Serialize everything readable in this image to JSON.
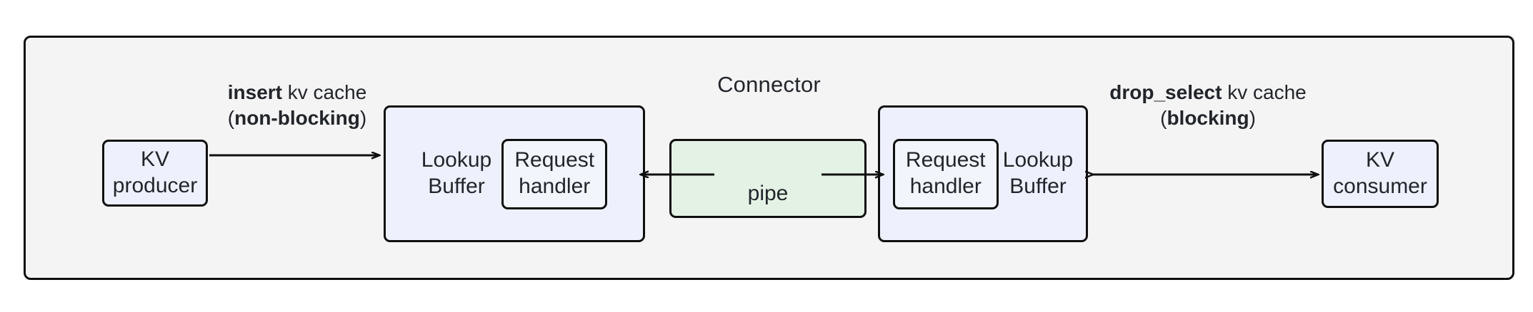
{
  "diagram": {
    "title": "Connector",
    "colors": {
      "frame_fill": "#f4f4f4",
      "node_fill": "#eef1fd",
      "pipe_fill": "#e3f2e5",
      "stroke": "#0f0f0f",
      "text": "#22252a"
    }
  },
  "nodes": {
    "kv_producer": {
      "label": "KV\nproducer"
    },
    "kv_consumer": {
      "label": "KV\nconsumer"
    },
    "lookup_buffer_left": {
      "label": "Lookup\nBuffer",
      "inner": {
        "label": "Request\nhandler"
      }
    },
    "lookup_buffer_right": {
      "label": "Lookup\nBuffer",
      "inner": {
        "label": "Request\nhandler"
      }
    },
    "pipe": {
      "label": "pipe"
    }
  },
  "edges": {
    "insert": {
      "op": "insert",
      "object": " kv cache",
      "open_paren": "(",
      "mode": "non-blocking",
      "close_paren": ")",
      "direction": "right"
    },
    "drop_select": {
      "op": "drop_select",
      "object": " kv cache",
      "open_paren": "(",
      "mode": "blocking",
      "close_paren": ")",
      "direction": "bidirectional"
    },
    "pipe_left": {
      "direction": "left"
    },
    "pipe_right": {
      "direction": "right"
    }
  }
}
